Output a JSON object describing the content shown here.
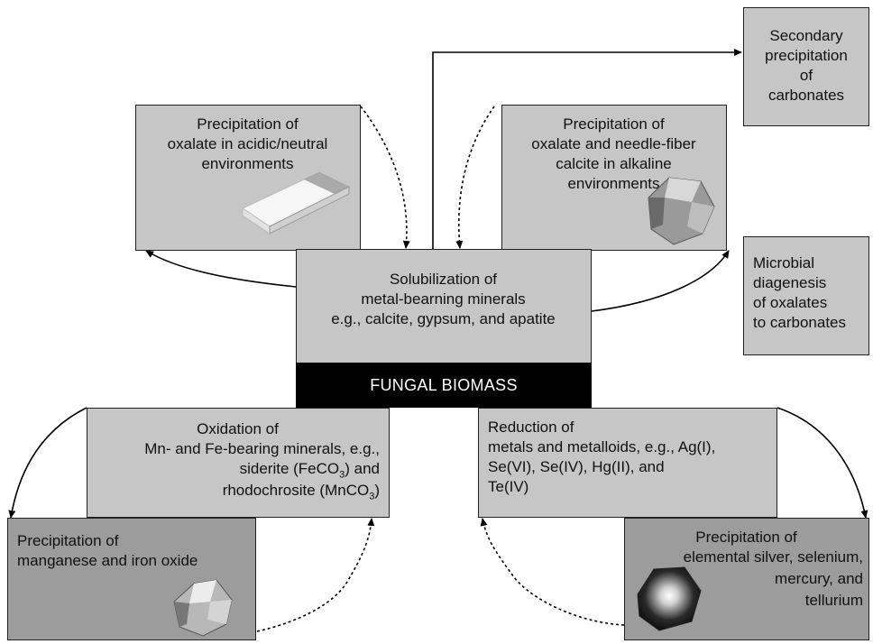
{
  "boxes": {
    "secondary_carbonates": "Secondary\nprecipitation\nof\ncarbonates",
    "oxalate_acidic": "Precipitation of\noxalate in acidic/neutral\nenvironments",
    "oxalate_alkaline": "Precipitation of\noxalate and needle-fiber\ncalcite in alkaline\nenvironments",
    "solubilization": "Solubilization of\nmetal-bearning minerals\ne.g., calcite, gypsum, and apatite",
    "microbial_diagenesis": "Microbial\ndiagenesis\nof oxalates\nto carbonates",
    "fungal_biomass": "FUNGAL BIOMASS",
    "oxidation": {
      "line1": "Oxidation of",
      "line2": "Mn- and Fe-bearing minerals, e.g.,",
      "line3_pre": "siderite (FeCO",
      "line3_sub": "3",
      "line3_post": ") and",
      "line4_pre": "rhodochrosite (MnCO",
      "line4_sub": "3",
      "line4_post": ")"
    },
    "reduction": "Reduction of\nmetals and metalloids, e.g., Ag(I),\nSe(VI), Se(IV), Hg(II), and\nTe(IV)",
    "mn_fe_oxide": "Precipitation of\nmanganese and iron oxide",
    "elemental": {
      "line1": "Precipitation of",
      "line2": "elemental silver, selenium,",
      "line3": "mercury, and",
      "line4": "tellurium"
    }
  },
  "colors": {
    "box_fill": "#c6c6c6",
    "dark_box_fill": "#9c9c9c",
    "biomass_fill": "#000000",
    "biomass_text": "#ffffff",
    "line": "#000000"
  }
}
